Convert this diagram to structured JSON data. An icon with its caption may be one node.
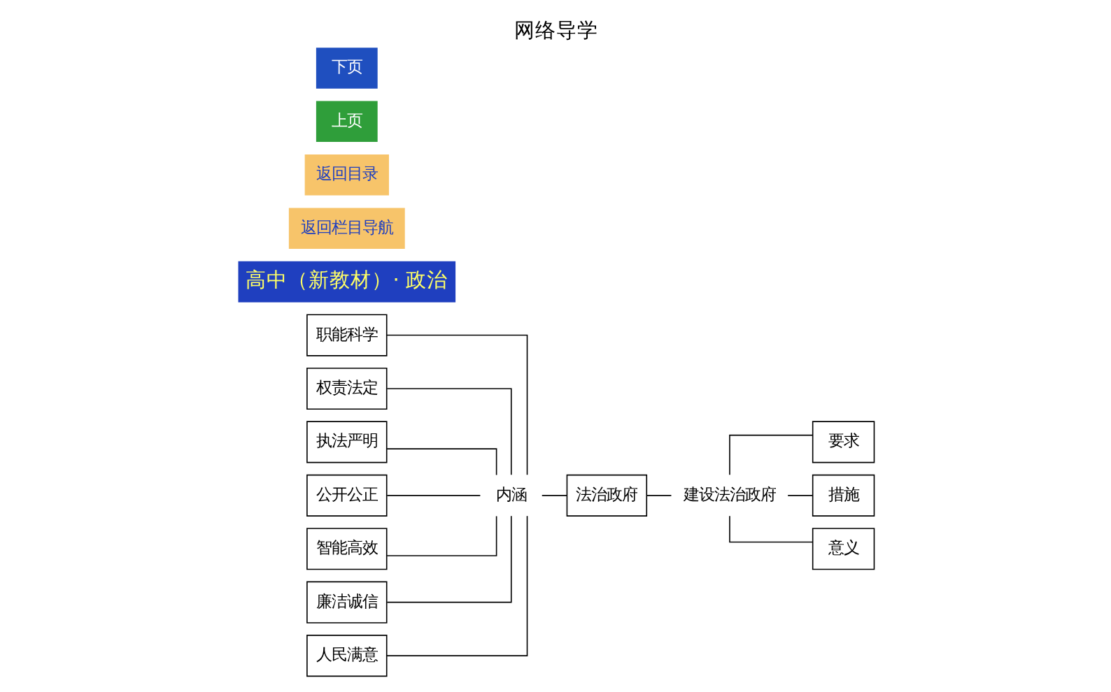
{
  "diagram": {
    "title": "网络导学",
    "nodes": [
      {
        "text": [
          "职能科学"
        ]
      },
      {
        "text": [
          "权责法定"
        ]
      },
      {
        "text": [
          "执法严明"
        ]
      },
      {
        "text": [
          "公开公正"
        ]
      },
      {
        "text": [
          "智能高效"
        ]
      },
      {
        "text": [
          "廉洁诚信"
        ]
      },
      {
        "text": [
          "人民满意"
        ]
      },
      {
        "text": [
          "内涵"
        ]
      },
      {
        "text": [
          "法治政府"
        ]
      },
      {
        "text": [
          "建设法治政府"
        ]
      },
      {
        "text": [
          "要求"
        ]
      },
      {
        "text": [
          "措施"
        ]
      },
      {
        "text": [
          "意义"
        ]
      }
    ],
    "edges": [
      {
        "from": 0,
        "to": 7,
        "arrow": "none"
      },
      {
        "from": 1,
        "to": 7,
        "arrow": "none"
      },
      {
        "from": 2,
        "to": 7,
        "arrow": "none"
      },
      {
        "from": 3,
        "to": 7,
        "arrow": "none"
      },
      {
        "from": 4,
        "to": 7,
        "arrow": "none"
      },
      {
        "from": 5,
        "to": 7,
        "arrow": "none"
      },
      {
        "from": 6,
        "to": 7,
        "arrow": "none"
      },
      {
        "from": 7,
        "to": 8,
        "arrow": "none"
      },
      {
        "from": 8,
        "to": 9,
        "arrow": "none"
      },
      {
        "from": 9,
        "to": 10,
        "arrow": "none"
      },
      {
        "from": 9,
        "to": 11,
        "arrow": "none"
      },
      {
        "from": 9,
        "to": 12,
        "arrow": "none"
      }
    ],
    "labels": [
      "高中（新教材）· 政治",
      "返回栏目导航",
      "返回目录",
      "上页",
      "下页"
    ]
  }
}
